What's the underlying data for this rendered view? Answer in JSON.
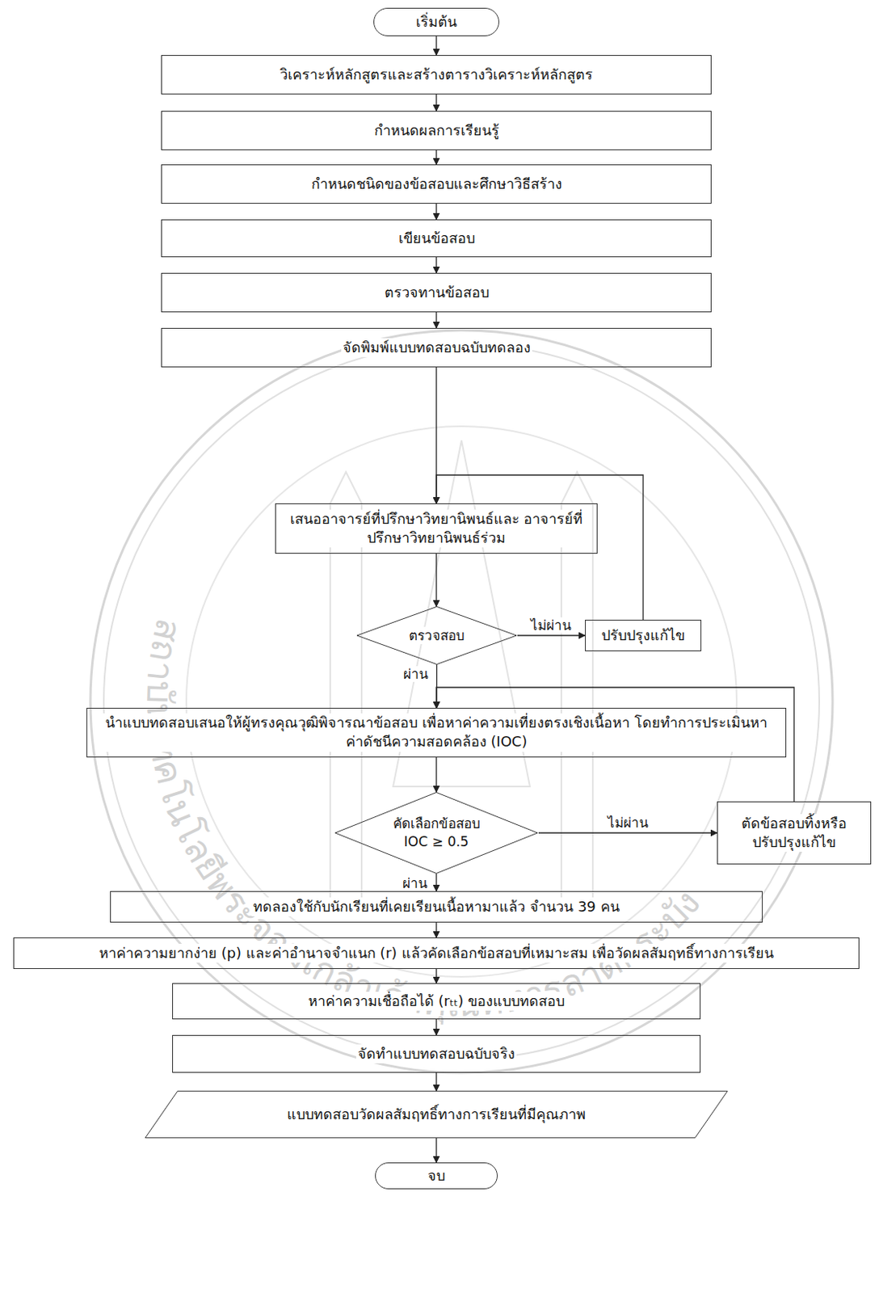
{
  "diagram": {
    "nodes": [
      {
        "text": [
          "เริ่มต้น"
        ]
      },
      {
        "text": [
          "วิเคราะห์หลักสูตรและสร้างตารางวิเคราะห์หลักสูตร"
        ]
      },
      {
        "text": [
          "กำหนดผลการเรียนรู้"
        ]
      },
      {
        "text": [
          "กำหนดชนิดของข้อสอบและศึกษาวิธีสร้าง"
        ]
      },
      {
        "text": [
          "เขียนข้อสอบ"
        ]
      },
      {
        "text": [
          "ตรวจทานข้อสอบ"
        ]
      },
      {
        "text": [
          "จัดพิมพ์แบบทดสอบฉบับทดลอง"
        ]
      },
      {
        "text": [
          "เสนออาจารย์ที่ปรึกษาวิทยานิพนธ์และ อาจารย์ที่ปรึกษาวิทยานิพนธ์ร่วม"
        ]
      },
      {
        "text": [
          "ตรวจสอบ"
        ]
      },
      {
        "text": [
          "ปรับปรุงแก้ไข"
        ]
      },
      {
        "text": [
          "นำแบบทดสอบเสนอให้ผู้ทรงคุณวุฒิพิจารณาข้อสอบ เพื่อหาค่าความเที่ยงตรงเชิงเนื้อหา โดยทำการประเมินหาค่าดัชนีความสอดคล้อง (IOC)"
        ]
      },
      {
        "text": [
          "คัดเลือกข้อสอบ",
          "IOC ≥ 0.5"
        ]
      },
      {
        "text": [
          "ตัดข้อสอบทิ้งหรือ ปรับปรุงแก้ไข"
        ]
      },
      {
        "text": [
          "ทดลองใช้กับนักเรียนที่เคยเรียนเนื้อหามาแล้ว จำนวน 39 คน"
        ]
      },
      {
        "text": [
          "หาค่าความยากง่าย (p) และค่าอำนาจจำแนก (r) แล้วคัดเลือกข้อสอบที่เหมาะสม เพื่อวัดผลสัมฤทธิ์ทางการเรียน"
        ]
      },
      {
        "text": [
          "หาค่าความเชื่อถือได้ (rₜₜ) ของแบบทดสอบ"
        ]
      },
      {
        "text": [
          "จัดทำแบบทดสอบฉบับจริง"
        ]
      },
      {
        "text": [
          "แบบทดสอบวัดผลสัมฤทธิ์ทางการเรียนที่มีคุณภาพ"
        ]
      },
      {
        "text": [
          "จบ"
        ]
      }
    ],
    "edges": [
      {
        "from": 0,
        "to": 1,
        "arrow": "to"
      },
      {
        "from": 1,
        "to": 2,
        "arrow": "to"
      },
      {
        "from": 2,
        "to": 3,
        "arrow": "to"
      },
      {
        "from": 3,
        "to": 4,
        "arrow": "to"
      },
      {
        "from": 4,
        "to": 5,
        "arrow": "to"
      },
      {
        "from": 5,
        "to": 6,
        "arrow": "to"
      },
      {
        "from": 6,
        "to": 7,
        "arrow": "to"
      },
      {
        "from": 7,
        "to": 8,
        "arrow": "to"
      },
      {
        "from": 8,
        "to": 9,
        "label": "ไม่ผ่าน",
        "arrow": "to"
      },
      {
        "from": 9,
        "to": 7,
        "arrow": "to"
      },
      {
        "from": 8,
        "to": 10,
        "label": "ผ่าน",
        "arrow": "to"
      },
      {
        "from": 10,
        "to": 11,
        "arrow": "to"
      },
      {
        "from": 11,
        "to": 12,
        "label": "ไม่ผ่าน",
        "arrow": "to"
      },
      {
        "from": 12,
        "to": 10,
        "arrow": "to"
      },
      {
        "from": 11,
        "to": 13,
        "label": "ผ่าน",
        "arrow": "to"
      },
      {
        "from": 13,
        "to": 14,
        "arrow": "to"
      },
      {
        "from": 14,
        "to": 15,
        "arrow": "to"
      },
      {
        "from": 15,
        "to": 16,
        "arrow": "to"
      },
      {
        "from": 16,
        "to": 17,
        "arrow": "to"
      },
      {
        "from": 17,
        "to": 18,
        "arrow": "to"
      }
    ],
    "labels": [
      "สถาบันเทคโนโลยีพระจอมเกล้าเจ้าคุณทหารลาดกระบัง"
    ]
  }
}
